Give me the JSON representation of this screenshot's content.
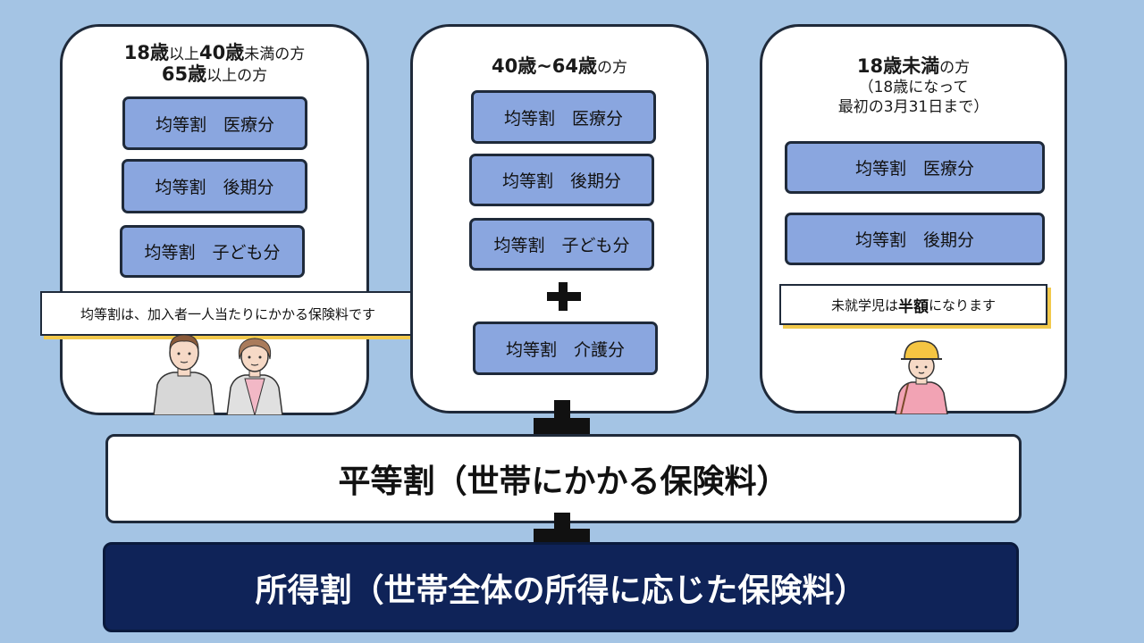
{
  "left_panel": {
    "title_line1": {
      "a": "18歳",
      "b": "以上",
      "c": "40歳",
      "d": "未満の方"
    },
    "title_line2": {
      "a": "65歳",
      "b": "以上の方"
    },
    "chips": [
      "均等割　医療分",
      "均等割　後期分",
      "均等割　子ども分"
    ],
    "bubble_text": "均等割は、加入者一人当たりにかかる保険料です"
  },
  "middle_panel": {
    "title": {
      "a": "40歳~64歳",
      "b": "の方"
    },
    "chips": [
      "均等割　医療分",
      "均等割　後期分",
      "均等割　子ども分"
    ],
    "extra_chip": "均等割　介護分"
  },
  "right_panel": {
    "title": {
      "a": "18歳未満",
      "b": "の方"
    },
    "subtitle_line1": "（18歳になって",
    "subtitle_line2": "最初の3月31日まで）",
    "chips": [
      "均等割　医療分",
      "均等割　後期分"
    ],
    "bubble": {
      "a": "未就学児は",
      "b": "半額",
      "c": "になります"
    }
  },
  "bar_flat": "平等割（世帯にかかる保険料）",
  "bar_income": "所得割（世帯全体の所得に応じた保険料）",
  "colors": {
    "background": "#a4c4e4",
    "chip": "#8aa6df",
    "navy_bar": "#0f2358",
    "bubble_shadow": "#f2c94c"
  },
  "icons": {
    "plus": "plus-icon",
    "people": [
      "man-illustration",
      "elderly-woman-illustration",
      "child-with-hat-illustration"
    ]
  }
}
